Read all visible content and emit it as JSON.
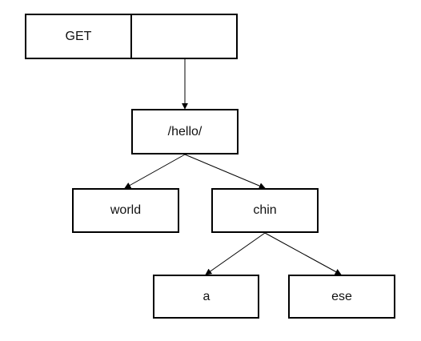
{
  "diagram": {
    "method_box": {
      "label": "GET",
      "empty_cell": ""
    },
    "nodes": {
      "root": "/hello/",
      "world": "world",
      "chin": "chin",
      "a": "a",
      "ese": "ese"
    }
  }
}
